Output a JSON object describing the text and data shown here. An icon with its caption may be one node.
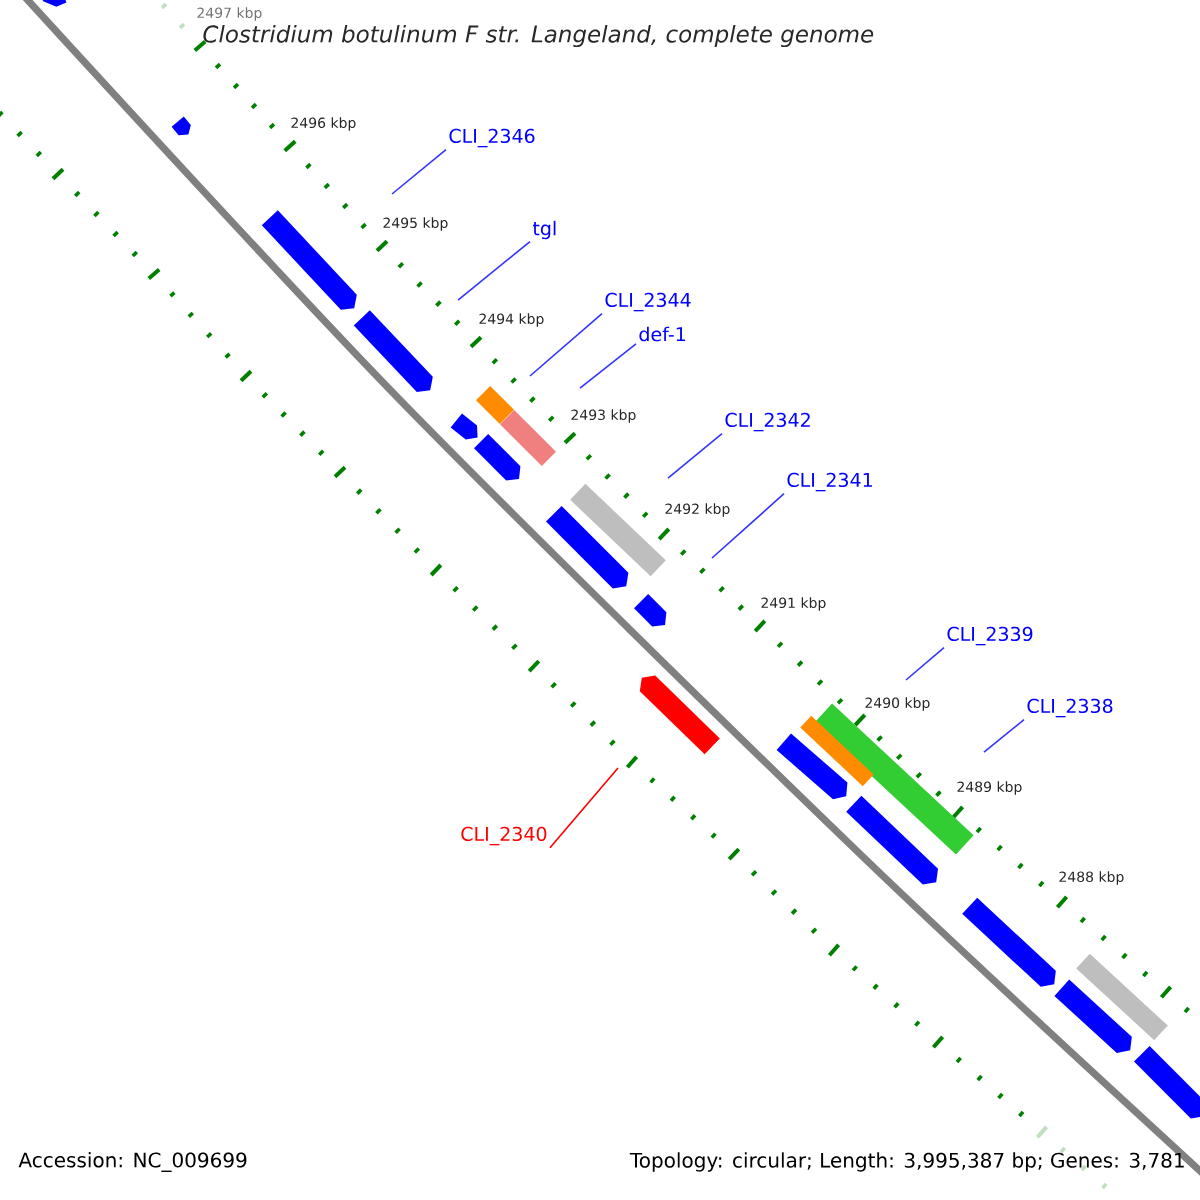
{
  "diagram": {
    "title": "Clostridium botulinum F str. Langeland, complete genome",
    "nodes": [
      {
        "text": [
          "CLI_2346"
        ]
      },
      {
        "text": [
          "tgl"
        ]
      },
      {
        "text": [
          "CLI_2344"
        ]
      },
      {
        "text": [
          "def-1"
        ]
      },
      {
        "text": [
          "CLI_2342"
        ]
      },
      {
        "text": [
          "CLI_2341"
        ]
      },
      {
        "text": [
          "CLI_2339"
        ]
      },
      {
        "text": [
          "CLI_2338"
        ]
      },
      {
        "text": [
          "CLI_2340"
        ]
      }
    ],
    "edges": [
      {
        "from": 0,
        "to": null,
        "arrow": "none"
      },
      {
        "from": 1,
        "to": null,
        "arrow": "none"
      },
      {
        "from": 2,
        "to": null,
        "arrow": "none"
      },
      {
        "from": 3,
        "to": null,
        "arrow": "none"
      },
      {
        "from": 4,
        "to": null,
        "arrow": "none"
      },
      {
        "from": 5,
        "to": null,
        "arrow": "none"
      },
      {
        "from": 6,
        "to": null,
        "arrow": "none"
      },
      {
        "from": 7,
        "to": null,
        "arrow": "none"
      },
      {
        "from": 8,
        "to": null,
        "arrow": "none",
        "color": "#ff0000"
      }
    ],
    "labels": [
      "2497 kbp",
      "2496 kbp",
      "2495 kbp",
      "2494 kbp",
      "2493 kbp",
      "2492 kbp",
      "2491 kbp",
      "2490 kbp",
      "2489 kbp",
      "2488 kbp",
      "Accession: NC_009699",
      "Topology: circular; Length: 3,995,387 bp; Genes: 3,781"
    ]
  }
}
